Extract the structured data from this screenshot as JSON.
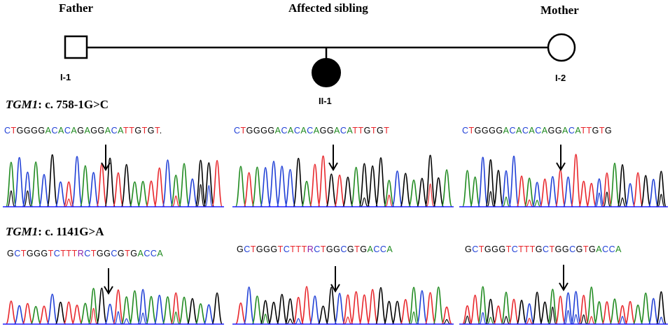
{
  "pedigree": {
    "father": {
      "role": "Father",
      "id": "I-1"
    },
    "mother": {
      "role": "Mother",
      "id": "I-2"
    },
    "child": {
      "role": "Affected sibling",
      "id": "II-1"
    }
  },
  "base_colors": {
    "A": "#1f8a1f",
    "C": "#1f3fd6",
    "G": "#000000",
    "T": "#e8262b",
    "R": "#8a1fa8"
  },
  "variants": [
    {
      "gene": "TGM1",
      "change": ": c. 758-1G>C",
      "sequences": {
        "father": "CTGGGGACACAGAGGACATTGTGT.",
        "child": "CTGGGGACACACAGGACATTGTGT",
        "mother": "CTGGGGACACACAGGACATTGTG"
      }
    },
    {
      "gene": "TGM1",
      "change": ": c. 1141G>A",
      "sequences": {
        "father": "GCTGGGTCTTTRCTGGCGTGACCA",
        "child": "GCTGGGTCTTTRCTGGCGTGACCA",
        "mother": "GCTGGGTCTTTGCTGGCGTGACCA"
      }
    }
  ],
  "arrow_icon": "down-arrow-icon"
}
